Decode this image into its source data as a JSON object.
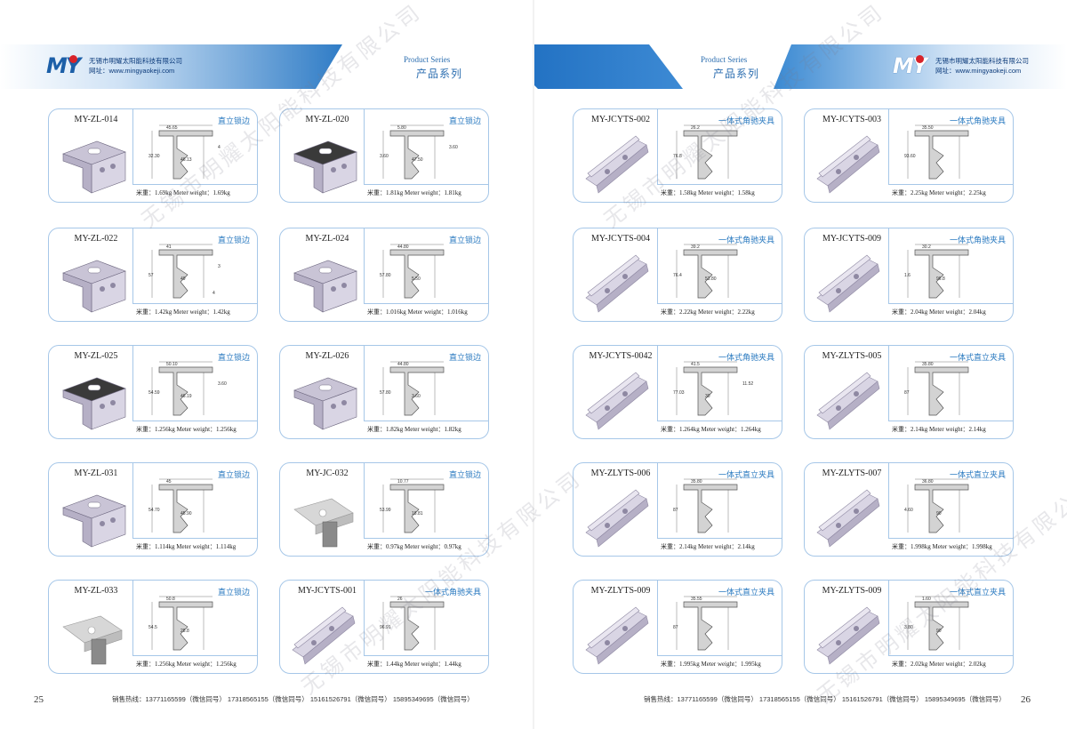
{
  "header": {
    "company_name": "无锡市明耀太阳能科技有限公司",
    "website": "网址：www.mingyaokeji.com",
    "series_en": "Product Series",
    "series_zh": "产品系列",
    "logo_text": "MY"
  },
  "footer": {
    "hotline": "销售热线：13771165599（微信同号）  17318565155（微信同号）  15161526791（微信同号）  15895349695（微信同号）",
    "left_page_number": "25",
    "right_page_number": "26"
  },
  "watermark": "无锡市明耀太阳能科技有限公司",
  "colors": {
    "brand_blue": "#1c5fa8",
    "light_blue": "#7fb2e0",
    "card_border": "#a6c7e8",
    "logo_red": "#d8232a"
  },
  "cards": [
    {
      "model": "MY-ZL-014",
      "category": "直立锁边",
      "weight": "米重：1.69kg  Meter weight：1.69kg",
      "dims": [
        "45.65",
        "32.30",
        "46.13",
        "4"
      ]
    },
    {
      "model": "MY-ZL-020",
      "category": "直立锁边",
      "weight": "米重：1.81kg  Meter weight：1.81kg",
      "dims": [
        "5.80",
        "3.60",
        "47.50",
        "3.60"
      ]
    },
    {
      "model": "MY-ZL-022",
      "category": "直立锁边",
      "weight": "米重：1.42kg  Meter weight：1.42kg",
      "dims": [
        "41",
        "57",
        "49",
        "3",
        "4"
      ]
    },
    {
      "model": "MY-ZL-024",
      "category": "直立锁边",
      "weight": "米重：1.016kg  Meter weight：1.016kg",
      "dims": [
        "44.80",
        "57.80",
        "5.50"
      ]
    },
    {
      "model": "MY-ZL-025",
      "category": "直立锁边",
      "weight": "米重：1.256kg  Meter weight：1.256kg",
      "dims": [
        "50.10",
        "54.59",
        "46.19",
        "3.60"
      ]
    },
    {
      "model": "MY-ZL-026",
      "category": "直立锁边",
      "weight": "米重：1.82kg  Meter weight：1.82kg",
      "dims": [
        "44.80",
        "57.80",
        "3.60"
      ]
    },
    {
      "model": "MY-ZL-031",
      "category": "直立锁边",
      "weight": "米重：1.114kg  Meter weight：1.114kg",
      "dims": [
        "45",
        "54.70",
        "45.90"
      ]
    },
    {
      "model": "MY-JC-032",
      "category": "直立锁边",
      "weight": "米重：0.97kg  Meter weight：0.97kg",
      "dims": [
        "10.77",
        "53.99",
        "18.81"
      ]
    },
    {
      "model": "MY-ZL-033",
      "category": "直立锁边",
      "weight": "米重：1.256kg  Meter weight：1.256kg",
      "dims": [
        "50.8",
        "54.5",
        "28.8"
      ]
    },
    {
      "model": "MY-JCYTS-001",
      "category": "一体式角驰夹具",
      "weight": "米重：1.44kg  Meter weight：1.44kg",
      "dims": [
        "26",
        "96.91"
      ]
    },
    {
      "model": "MY-JCYTS-002",
      "category": "一体式角驰夹具",
      "weight": "米重：1.58kg  Meter weight：1.58kg",
      "dims": [
        "26.2",
        "76.8"
      ]
    },
    {
      "model": "MY-JCYTS-003",
      "category": "一体式角驰夹具",
      "weight": "米重：2.25kg  Meter weight：2.25kg",
      "dims": [
        "35.50",
        "93.60"
      ]
    },
    {
      "model": "MY-JCYTS-004",
      "category": "一体式角驰夹具",
      "weight": "米重：2.22kg  Meter weight：2.22kg",
      "dims": [
        "39.2",
        "76.4",
        "53.80"
      ]
    },
    {
      "model": "MY-JCYTS-009",
      "category": "一体式角驰夹具",
      "weight": "米重：2.04kg  Meter weight：2.04kg",
      "dims": [
        "30.2",
        "1.6",
        "96.8"
      ]
    },
    {
      "model": "MY-JCYTS-0042",
      "category": "一体式角驰夹具",
      "weight": "米重：1.264kg  Meter weight：1.264kg",
      "dims": [
        "41.5",
        "77.03",
        "30",
        "11.52"
      ]
    },
    {
      "model": "MY-ZLYTS-005",
      "category": "一体式直立夹具",
      "weight": "米重：2.14kg  Meter weight：2.14kg",
      "dims": [
        "35.80",
        "87"
      ]
    },
    {
      "model": "MY-ZLYTS-006",
      "category": "一体式直立夹具",
      "weight": "米重：2.14kg  Meter weight：2.14kg",
      "dims": [
        "35.80",
        "87"
      ]
    },
    {
      "model": "MY-ZLYTS-007",
      "category": "一体式直立夹具",
      "weight": "米重：1.998kg  Meter weight：1.998kg",
      "dims": [
        "36.80",
        "4.60",
        "90"
      ]
    },
    {
      "model": "MY-ZLYTS-009",
      "category": "一体式直立夹具",
      "weight": "米重：1.995kg  Meter weight：1.995kg",
      "dims": [
        "35.55",
        "87"
      ]
    },
    {
      "model": "MY-ZLYTS-009",
      "category": "一体式直立夹具",
      "weight": "米重：2.02kg  Meter weight：2.02kg",
      "dims": [
        "1.60",
        "3.80",
        "90"
      ]
    }
  ]
}
